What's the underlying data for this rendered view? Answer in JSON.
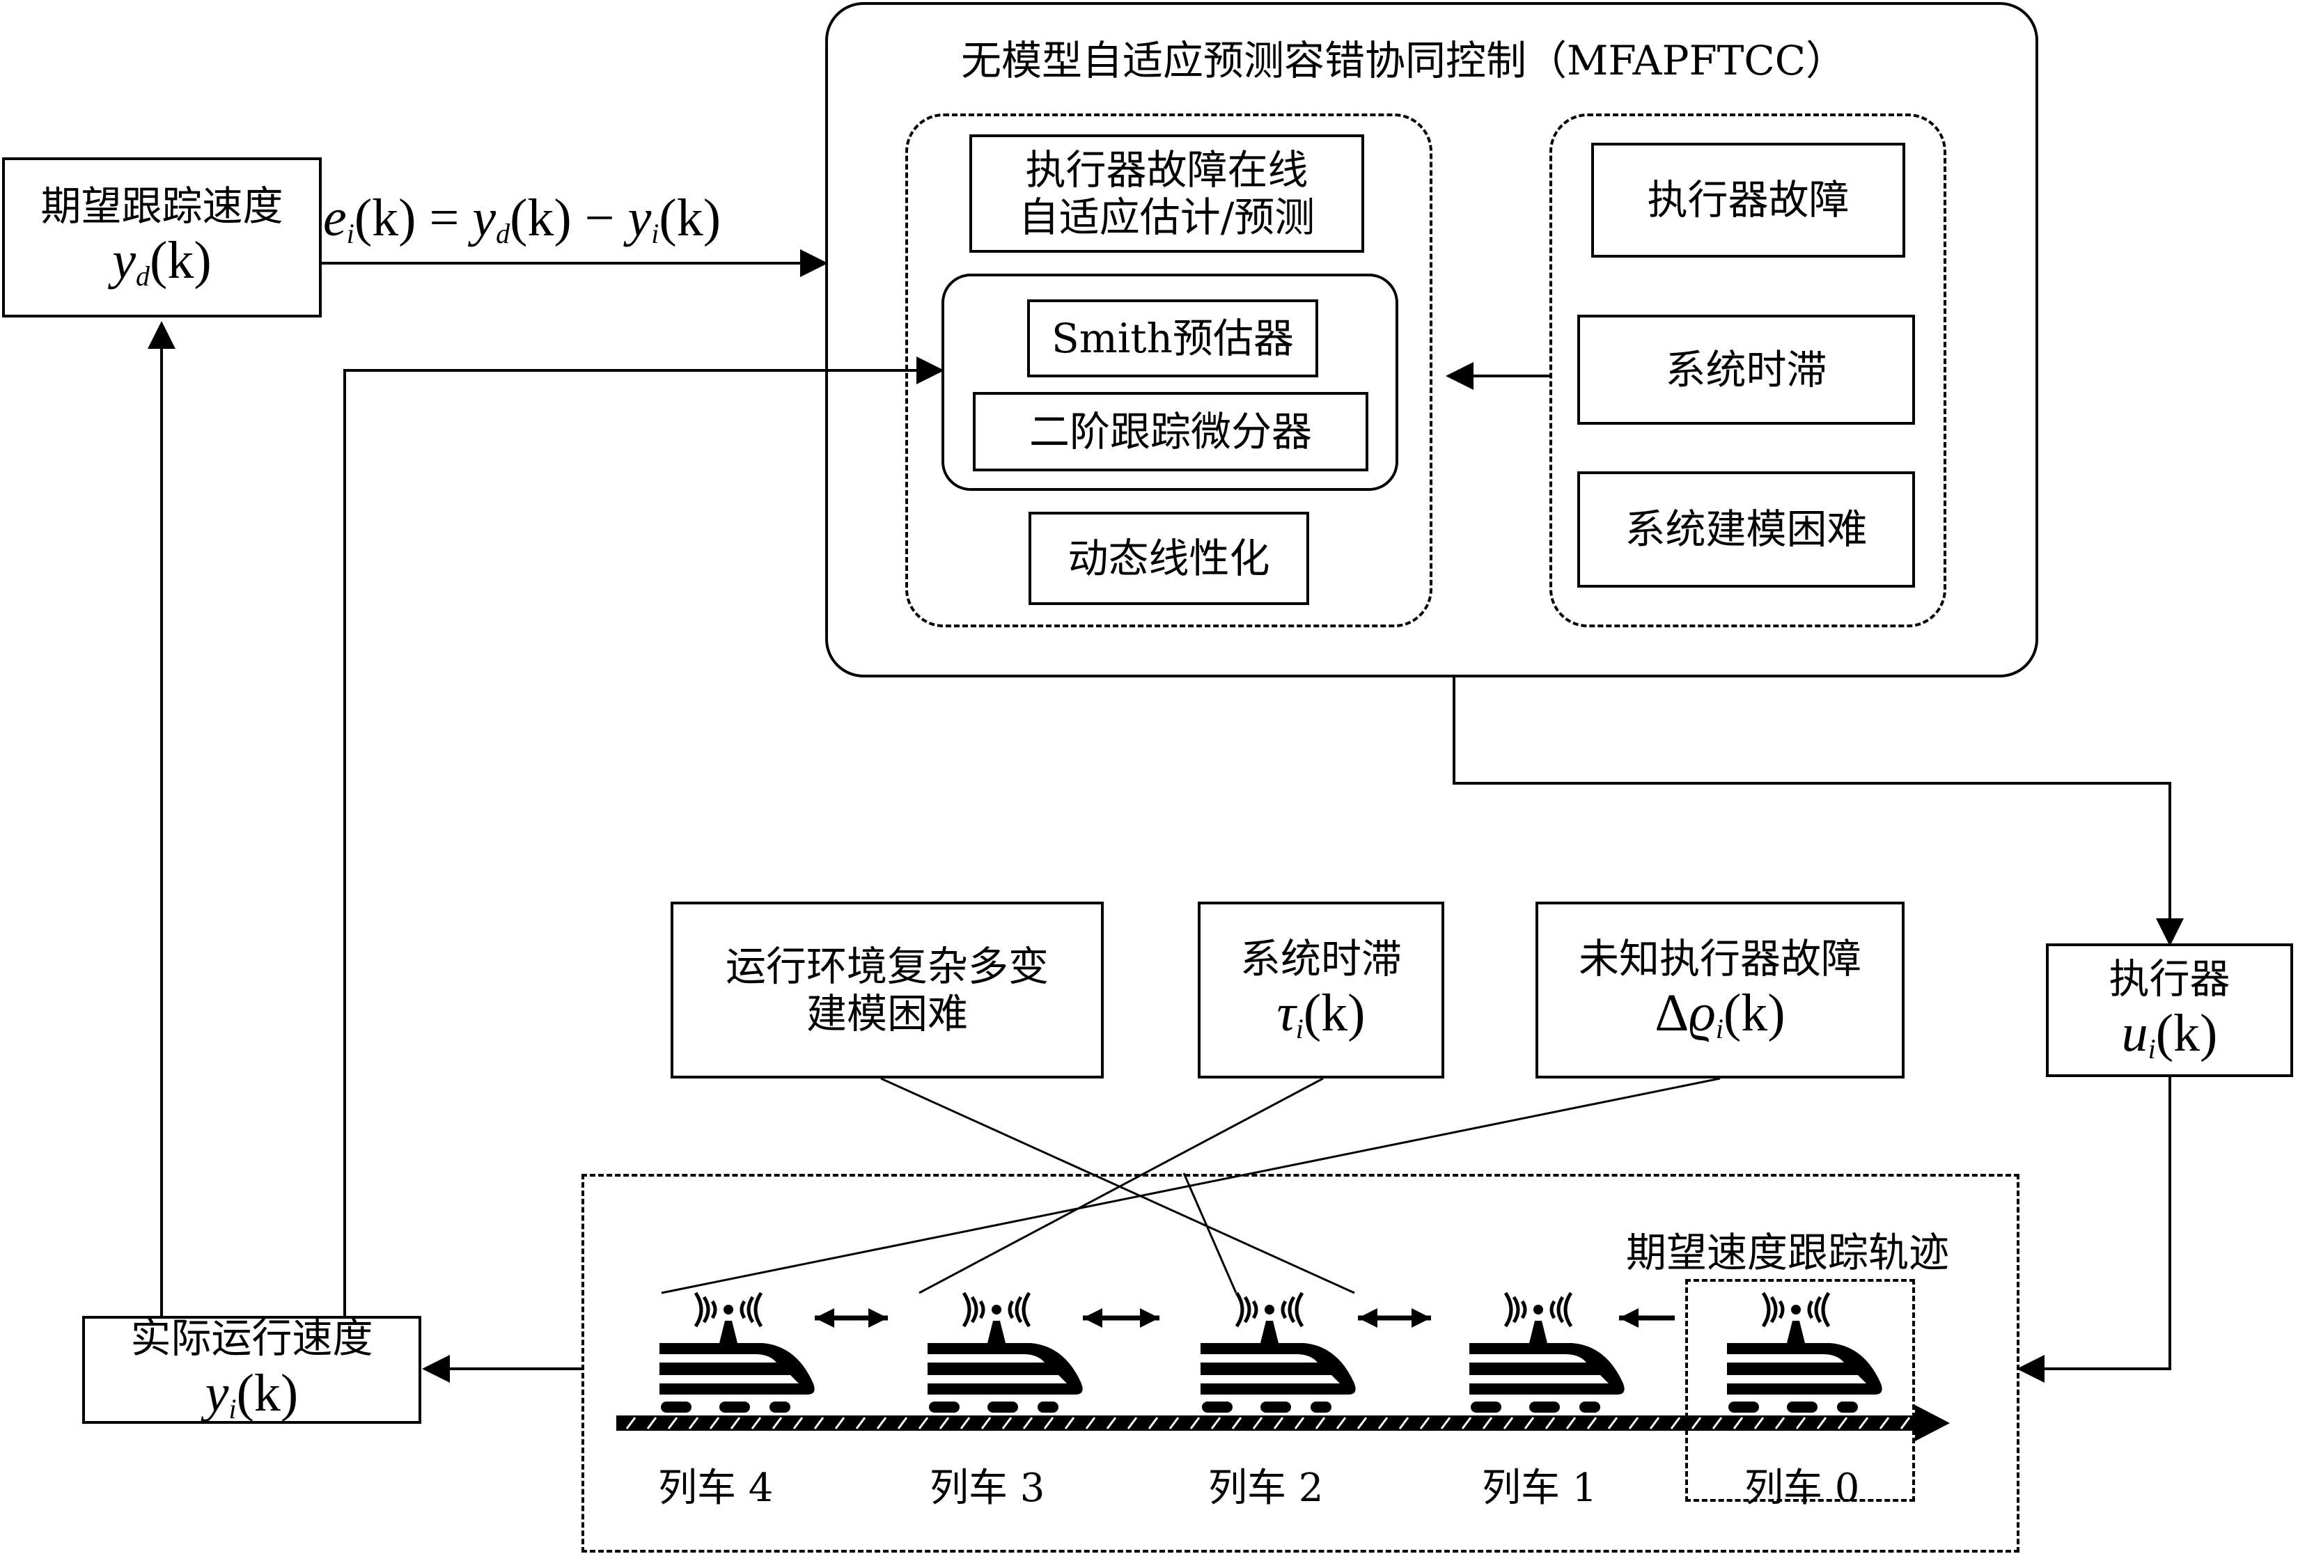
{
  "controller": {
    "title": "无模型自适应预测容错协同控制（MFAPFTCC）",
    "left_blocks": {
      "estimator": [
        "执行器故障在线",
        "自适应估计/预测"
      ],
      "smith": "Smith预估器",
      "td": "二阶跟踪微分器",
      "dynlin": "动态线性化"
    },
    "right_blocks": {
      "fault": "执行器故障",
      "delay": "系统时滞",
      "modeling": "系统建模困难"
    }
  },
  "desired_speed": {
    "label": "期望跟踪速度",
    "symbol": "y",
    "sub": "d",
    "arg": "(k)"
  },
  "error_eq": {
    "e": "e",
    "i": "i",
    "k1": "(k) = ",
    "y1": "y",
    "d": "d",
    "k2": "(k) − ",
    "y2": "y",
    "i2": "i",
    "k3": "(k)"
  },
  "actuator": {
    "label": "执行器",
    "symbol": "u",
    "sub": "i",
    "arg": "(k)"
  },
  "actual_speed": {
    "label": "实际运行速度",
    "symbol": "y",
    "sub": "i",
    "arg": "(k)"
  },
  "disturbances": {
    "environment": [
      "运行环境复杂多变",
      "建模困难"
    ],
    "delay": {
      "label": "系统时滞",
      "symbol": "τ",
      "sub": "i",
      "arg": "(k)"
    },
    "fault": {
      "label": "未知执行器故障",
      "delta": "Δ",
      "symbol": "ϱ",
      "sub": "i",
      "arg": "(k)"
    }
  },
  "track_label": "期望速度跟踪轨迹",
  "trains": [
    "列车 4",
    "列车 3",
    "列车 2",
    "列车 1",
    "列车 0"
  ],
  "colors": {
    "line": "#000000",
    "background": "#ffffff"
  }
}
